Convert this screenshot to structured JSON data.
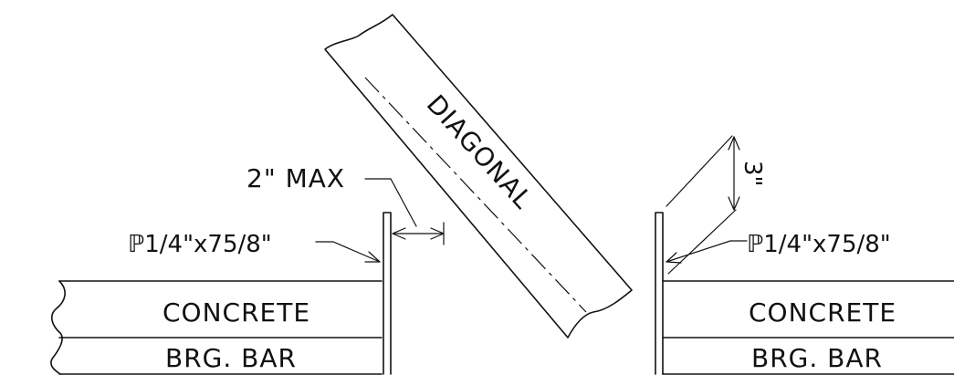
{
  "labels": {
    "diagonal": "DIAGONAL",
    "max_dim": "2\" MAX",
    "plate_left": "ℙ1/4\"x75/8\"",
    "plate_right": "ℙ1/4\"x75/8\"",
    "dim_3in": "3\"",
    "concrete_left": "CONCRETE",
    "concrete_right": "CONCRETE",
    "brg_bar_left": "BRG. BAR",
    "brg_bar_right": "BRG. BAR"
  }
}
